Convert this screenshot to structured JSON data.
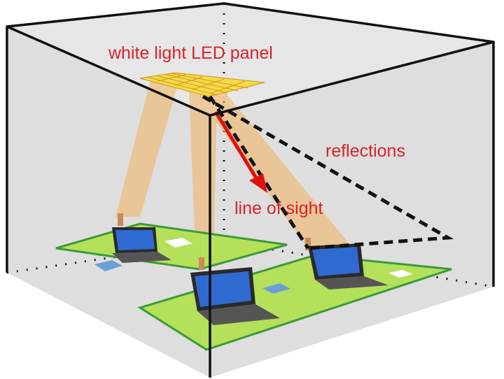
{
  "labels": {
    "panel": "white light LED panel",
    "reflections": "reflections",
    "line_of_sight": "line of sight"
  },
  "colors": {
    "label": "#d8232a",
    "room": "#dcdcdc",
    "panel": "#f5d94a",
    "beam": "#f3b25e",
    "desk": "#b5e05a",
    "screen": "#2f6ad0",
    "arrow": "#e01010"
  }
}
